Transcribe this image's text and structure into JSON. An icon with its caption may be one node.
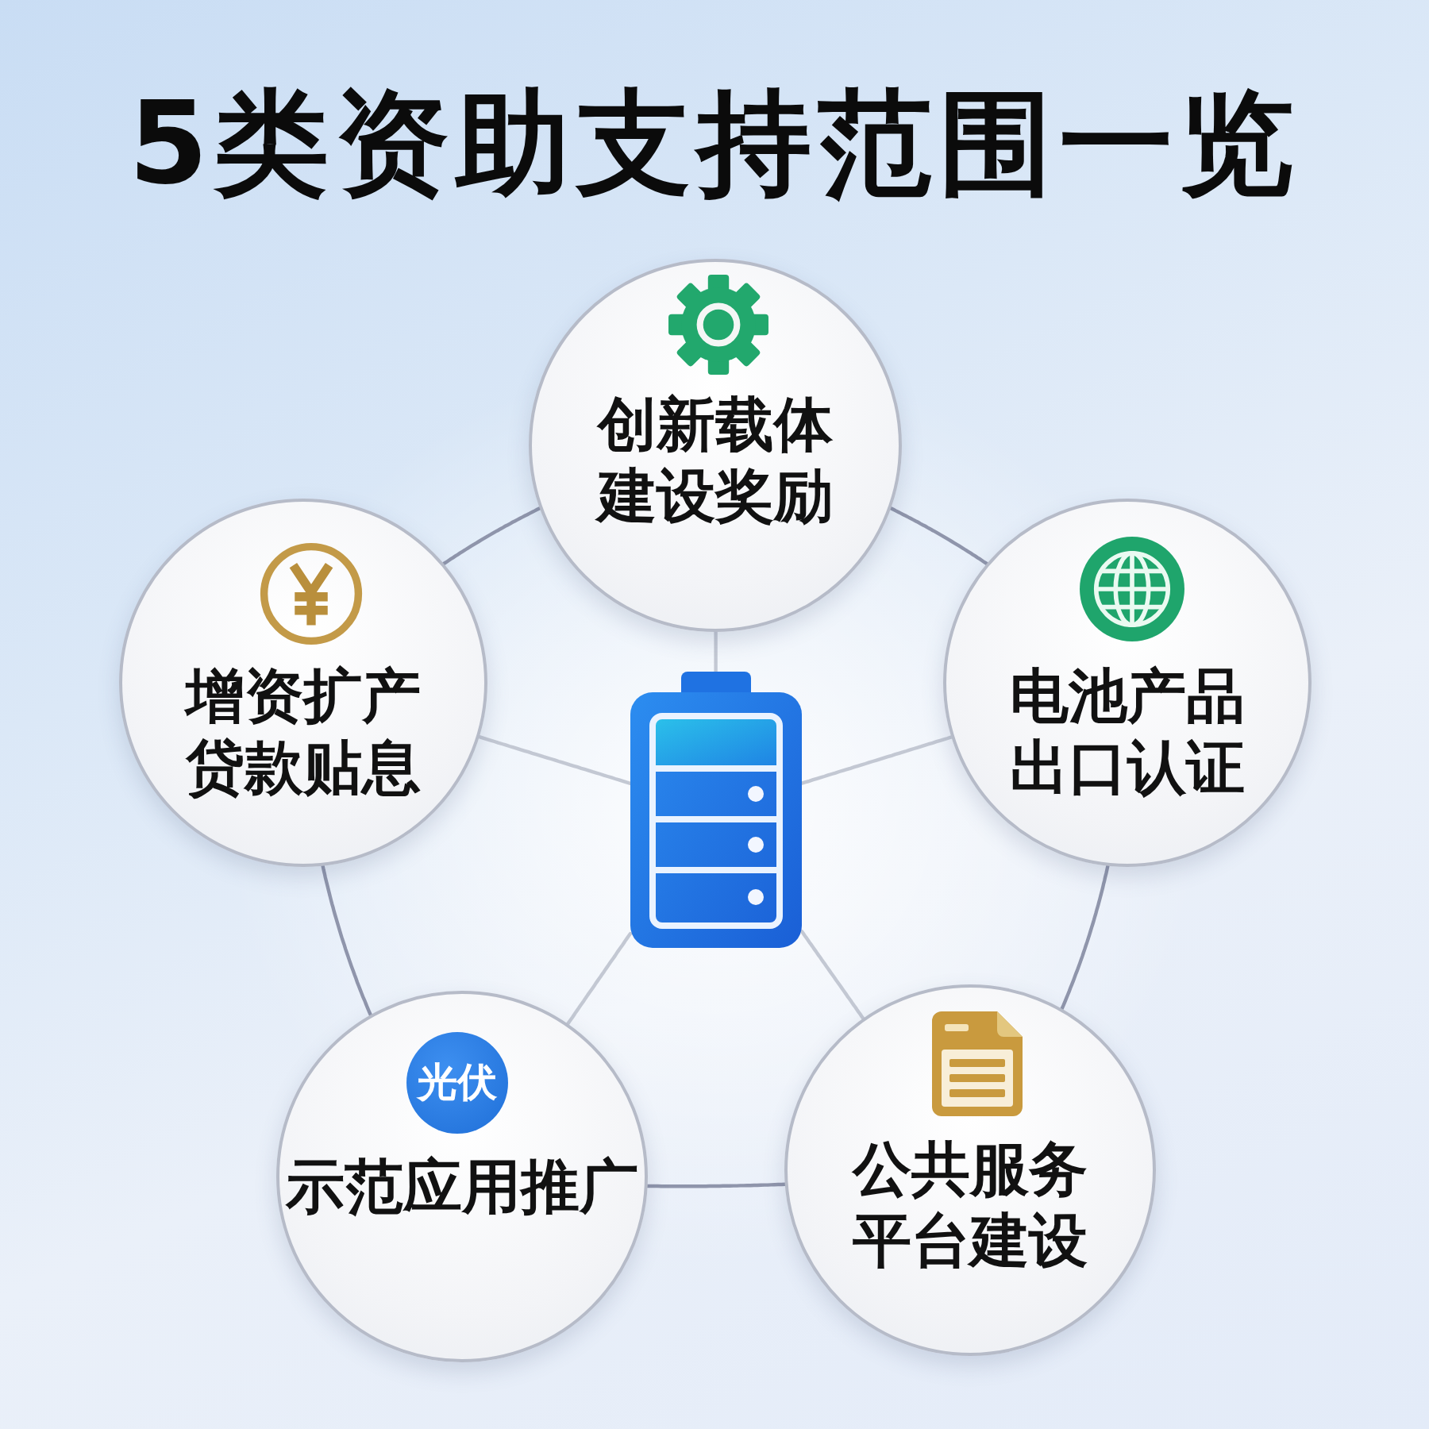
{
  "diagram": {
    "title": "5类资助支持范围一览",
    "nodes": [
      {
        "text": [
          "创新载体建设奖励"
        ]
      },
      {
        "text": [
          "增资扩产贷款贴息"
        ]
      },
      {
        "text": [],
        "shape": "picture"
      },
      {
        "text": [
          "电池产品出口认证"
        ]
      },
      {
        "text": [
          "示范应用推广"
        ]
      },
      {
        "text": [
          "光伏"
        ],
        "in": 4
      },
      {
        "text": [
          "公共服务平台建设"
        ]
      }
    ],
    "edges": [
      {
        "from": 2,
        "to": 0,
        "arrow": "none",
        "color": "#c3c8d3"
      },
      {
        "from": 2,
        "to": 1,
        "arrow": "none",
        "color": "#c3c8d3"
      },
      {
        "from": 2,
        "to": 3,
        "arrow": "none",
        "color": "#c3c8d3"
      },
      {
        "from": 2,
        "to": 4,
        "arrow": "none",
        "color": "#c3c8d3"
      },
      {
        "from": 2,
        "to": 6,
        "arrow": "none",
        "color": "#c3c8d3"
      },
      {
        "from": 0,
        "to": 3,
        "arrow": "none"
      },
      {
        "from": 3,
        "to": 6,
        "arrow": "none"
      },
      {
        "from": 6,
        "to": 4,
        "arrow": "none"
      },
      {
        "from": 4,
        "to": 1,
        "arrow": "none"
      },
      {
        "from": 1,
        "to": 0,
        "arrow": "none"
      }
    ]
  }
}
